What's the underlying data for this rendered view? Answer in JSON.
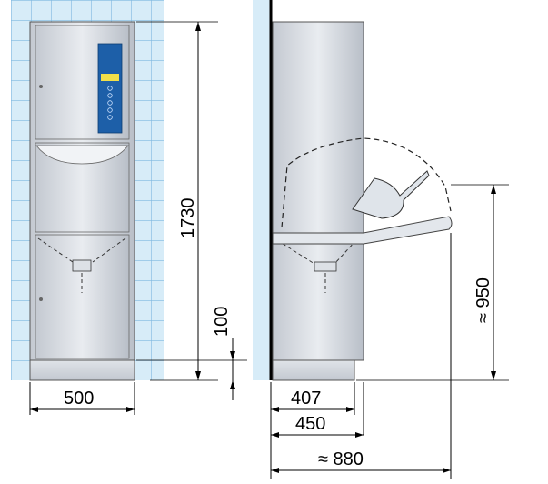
{
  "dimensions": {
    "front_width": "500",
    "total_height": "1730",
    "base_height": "100",
    "depth_closed": "407",
    "depth_with_door": "450",
    "depth_open": "≈ 880",
    "height_open_door": "≈ 950"
  },
  "colors": {
    "tile_fill": "#d7ecf8",
    "tile_grout": "#7fb8e0",
    "steel_light": "#e6e9ee",
    "steel_mid": "#c9ced6",
    "steel_dark": "#a8aeb8",
    "label_panel": "#1d5fa8"
  },
  "icons": {
    "front_view": "front-elevation",
    "side_view": "side-section"
  }
}
